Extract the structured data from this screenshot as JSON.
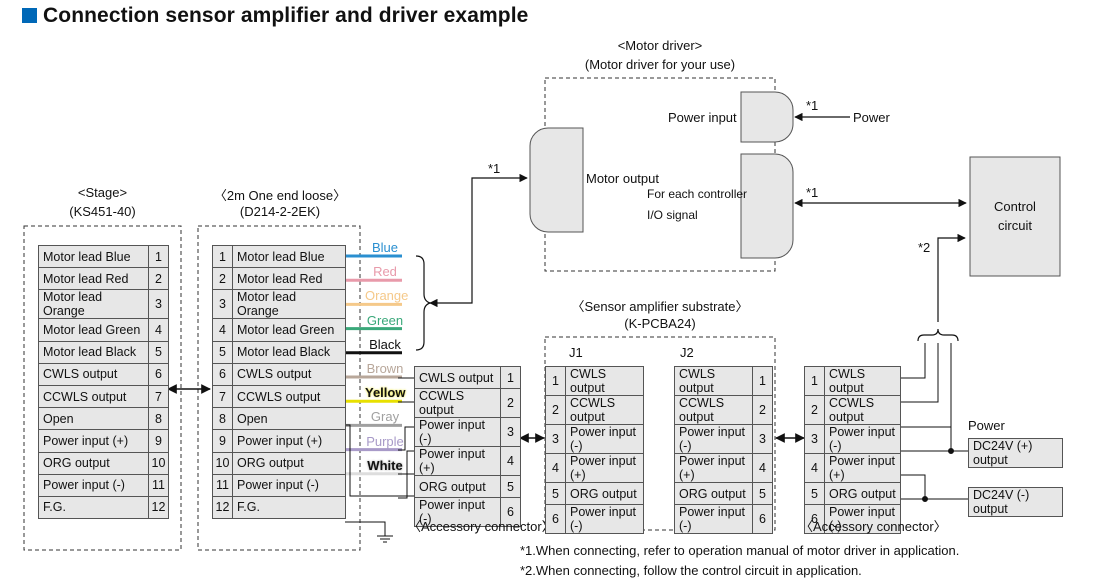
{
  "title": "Connection sensor amplifier and driver example",
  "stage": {
    "header1": "<Stage>",
    "header2": "(KS451-40)",
    "rows": [
      {
        "label": "Motor lead  Blue",
        "num": "1"
      },
      {
        "label": "Motor lead  Red",
        "num": "2"
      },
      {
        "label": "Motor lead  Orange",
        "num": "3"
      },
      {
        "label": "Motor lead  Green",
        "num": "4"
      },
      {
        "label": "Motor lead  Black",
        "num": "5"
      },
      {
        "label": "CWLS output",
        "num": "6"
      },
      {
        "label": "CCWLS output",
        "num": "7"
      },
      {
        "label": "Open",
        "num": "8"
      },
      {
        "label": "Power input (+)",
        "num": "9"
      },
      {
        "label": "ORG output",
        "num": "10"
      },
      {
        "label": "Power input (-)",
        "num": "11"
      },
      {
        "label": "F.G.",
        "num": "12"
      }
    ]
  },
  "cable": {
    "header1": "〈2m One end loose〉",
    "header2": "(D214-2-2EK)",
    "rows": [
      {
        "num": "1",
        "label": "Motor lead  Blue"
      },
      {
        "num": "2",
        "label": "Motor lead  Red"
      },
      {
        "num": "3",
        "label": "Motor lead  Orange"
      },
      {
        "num": "4",
        "label": "Motor lead  Green"
      },
      {
        "num": "5",
        "label": "Motor lead  Black"
      },
      {
        "num": "6",
        "label": "CWLS output"
      },
      {
        "num": "7",
        "label": "CCWLS output"
      },
      {
        "num": "8",
        "label": "Open"
      },
      {
        "num": "9",
        "label": "Power input (+)"
      },
      {
        "num": "10",
        "label": "ORG output"
      },
      {
        "num": "11",
        "label": "Power input (-)"
      },
      {
        "num": "12",
        "label": "F.G."
      }
    ]
  },
  "wires": [
    {
      "name": "Blue",
      "color": "#2a8fd0"
    },
    {
      "name": "Red",
      "color": "#e89aaa"
    },
    {
      "name": "Orange",
      "color": "#f5c98a"
    },
    {
      "name": "Green",
      "color": "#3aa87a"
    },
    {
      "name": "Black",
      "color": "#111111"
    },
    {
      "name": "Brown",
      "color": "#b8a79a"
    },
    {
      "name": "Yellow",
      "color": "#e8e000"
    },
    {
      "name": "Gray",
      "color": "#a0a0a0"
    },
    {
      "name": "Purple",
      "color": "#a89ac8"
    },
    {
      "name": "White",
      "color": "#ffffff"
    }
  ],
  "acc_left": {
    "caption": "〈Accessory connector〉",
    "rows": [
      {
        "label": "CWLS output",
        "num": "1"
      },
      {
        "label": "CCWLS output",
        "num": "2"
      },
      {
        "label": "Power input (-)",
        "num": "3"
      },
      {
        "label": "Power input (+)",
        "num": "4"
      },
      {
        "label": "ORG output",
        "num": "5"
      },
      {
        "label": "Power input (-)",
        "num": "6"
      }
    ]
  },
  "substrate": {
    "header1": "〈Sensor amplifier substrate〉",
    "header2": "(K-PCBA24)",
    "j1": "J1",
    "j2": "J2",
    "j1_rows": [
      {
        "num": "1",
        "label": "CWLS output"
      },
      {
        "num": "2",
        "label": "CCWLS output"
      },
      {
        "num": "3",
        "label": "Power input (-)"
      },
      {
        "num": "4",
        "label": "Power input (+)"
      },
      {
        "num": "5",
        "label": "ORG output"
      },
      {
        "num": "6",
        "label": "Power input (-)"
      }
    ],
    "j2_rows": [
      {
        "label": "CWLS output",
        "num": "1"
      },
      {
        "label": "CCWLS output",
        "num": "2"
      },
      {
        "label": "Power input (-)",
        "num": "3"
      },
      {
        "label": "Power input (+)",
        "num": "4"
      },
      {
        "label": "ORG output",
        "num": "5"
      },
      {
        "label": "Power input (-)",
        "num": "6"
      }
    ]
  },
  "acc_right": {
    "caption": "〈Accessory connector〉",
    "rows": [
      {
        "num": "1",
        "label": "CWLS output"
      },
      {
        "num": "2",
        "label": "CCWLS output"
      },
      {
        "num": "3",
        "label": "Power input (-)"
      },
      {
        "num": "4",
        "label": "Power input (+)"
      },
      {
        "num": "5",
        "label": "ORG output"
      },
      {
        "num": "6",
        "label": "Power input (-)"
      }
    ]
  },
  "power": {
    "title": "Power",
    "plus": "DC24V (+) output",
    "minus": "DC24V (-) output"
  },
  "driver": {
    "header1": "<Motor driver>",
    "header2": "(Motor driver for your use)",
    "power_input": "Power input",
    "power": "Power",
    "motor_output": "Motor output",
    "io_line1": "For each controller",
    "io_line2": "I/O signal"
  },
  "control": {
    "line1": "Control",
    "line2": "circuit"
  },
  "marks": {
    "star1": "*1",
    "star2": "*2"
  },
  "notes": {
    "n1": "*1.When connecting, refer to operation manual of motor driver in application.",
    "n2": "*2.When connecting, follow the control circuit in application."
  }
}
